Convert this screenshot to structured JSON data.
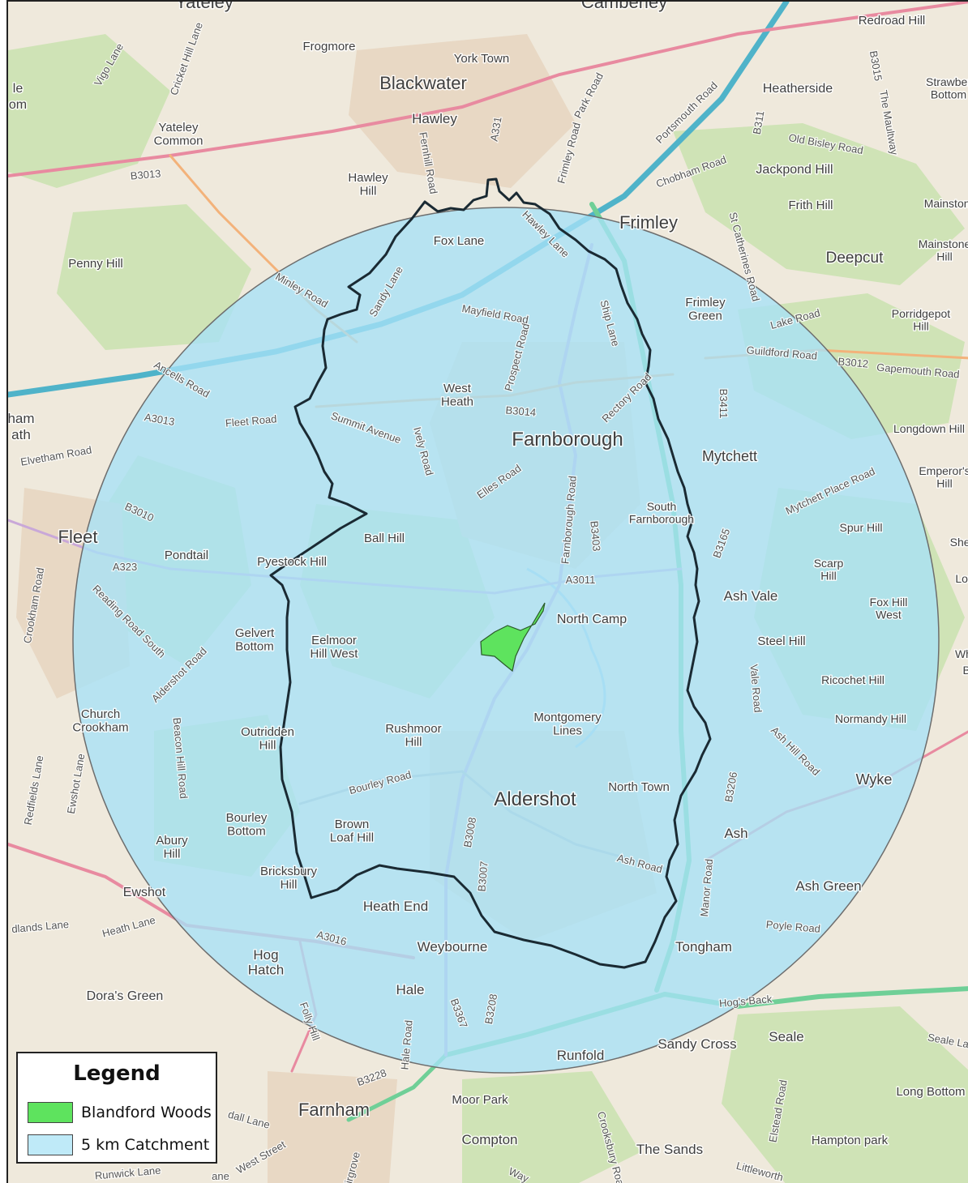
{
  "colors": {
    "map_background": "#efe9dc",
    "woodland": "#cfe3b6",
    "urban": "#e8d8c4",
    "motorway": "#4fb3c9",
    "primary_road": "#e88aa0",
    "secondary_road": "#f3b27a",
    "water": "#a9cfe6",
    "catchment_fill": "#a7e1f7",
    "site_fill": "#5ee35e",
    "boundary_line": "#1a2a33"
  },
  "legend": {
    "title": "Legend",
    "items": [
      {
        "label": "Blandford Woods",
        "color": "#5ee35e"
      },
      {
        "label": "5 km Catchment",
        "color": "#bfeaf8"
      }
    ]
  },
  "places": [
    "Yateley",
    "Camberley",
    "Frogmore",
    "York Town",
    "Blackwater",
    "Hawley",
    "Hawley Hill",
    "Yateley Common",
    "Heatherside",
    "Redroad Hill",
    "Strawberry Bottom",
    "Jackpond Hill",
    "Frith Hill",
    "Mainstone",
    "Mainstone Hill",
    "Deepcut",
    "Frimley",
    "Fox Lane",
    "Penny Hill",
    "Frimley Green",
    "Porridgepot Hill",
    "West Heath",
    "Farnborough",
    "Mytchett",
    "Longdown Hill",
    "Emperor's Hill",
    "ham",
    "ath",
    "Fleet",
    "Ball Hill",
    "South Farnborough",
    "Spur Hill",
    "Shee",
    "Pondtail",
    "Pyestock Hill",
    "Scarp Hill",
    "Ash Vale",
    "Fox Hill West",
    "Lon",
    "Gelvert Bottom",
    "Eelmoor Hill West",
    "North Camp",
    "Steel Hill",
    "Whi",
    "Be",
    "Ricochet Hill",
    "Church Crookham",
    "Outridden Hill",
    "Rushmoor Hill",
    "Montgomery Lines",
    "Normandy Hill",
    "Wyke",
    "North Town",
    "Aldershot",
    "Bourley Bottom",
    "Brown Loaf Hill",
    "Abury Hill",
    "Ash",
    "Bricksbury Hill",
    "Ash Green",
    "Ewshot",
    "Heath End",
    "Tongham",
    "Hog Hatch",
    "Weybourne",
    "Dora's Green",
    "Hale",
    "Sandy Cross",
    "Seale",
    "Runfold",
    "Moor Park",
    "Long Bottom",
    "Farnham",
    "Compton",
    "Hampton park",
    "The Sands",
    "le",
    "om"
  ],
  "roads": [
    "Vigo Lane",
    "Cricket Hill Lane",
    "Park Road",
    "A331",
    "Frimley Road",
    "Portsmouth Road",
    "B3015",
    "The Maultway",
    "B311",
    "Old Bisley Road",
    "Chobham Road",
    "B3013",
    "Fernhill Road",
    "Hawley Lane",
    "St Catherines Road",
    "Minley Road",
    "Sandy Lane",
    "Mayfield Road",
    "Ship Lane",
    "Lake Road",
    "Guildford Road",
    "B3012",
    "Gapemouth Road",
    "Prospect Road",
    "Rectory Road",
    "B3411",
    "Ancells Road",
    "A3013",
    "Fleet Road",
    "Summit Avenue",
    "Ively Road",
    "B3014",
    "Elvetham Road",
    "Elles Road",
    "Mytchett Place Road",
    "B3010",
    "B3403",
    "Farnborough Road",
    "B3165",
    "A323",
    "A3011",
    "Crookham Road",
    "Reading Road South",
    "Aldershot Road",
    "Beacon Hill Road",
    "Vale Road",
    "Ash Hill Road",
    "Bourley Road",
    "B3206",
    "Redfields Lane",
    "Ewshot Lane",
    "B3008",
    "B3007",
    "Ash Road",
    "Manor Road",
    "Heath Lane",
    "A3016",
    "Poyle Road",
    "Folly Hill",
    "B3367",
    "B3208",
    "Hog's Back",
    "Seale Lane",
    "Hale Road",
    "B3228",
    "Elstead Road",
    "Crooksbury Road",
    "dall Lane",
    "West Street",
    "Firgrove",
    "Runwick Lane",
    "Littleworth",
    "Way",
    "dlands Lane",
    "ane"
  ]
}
